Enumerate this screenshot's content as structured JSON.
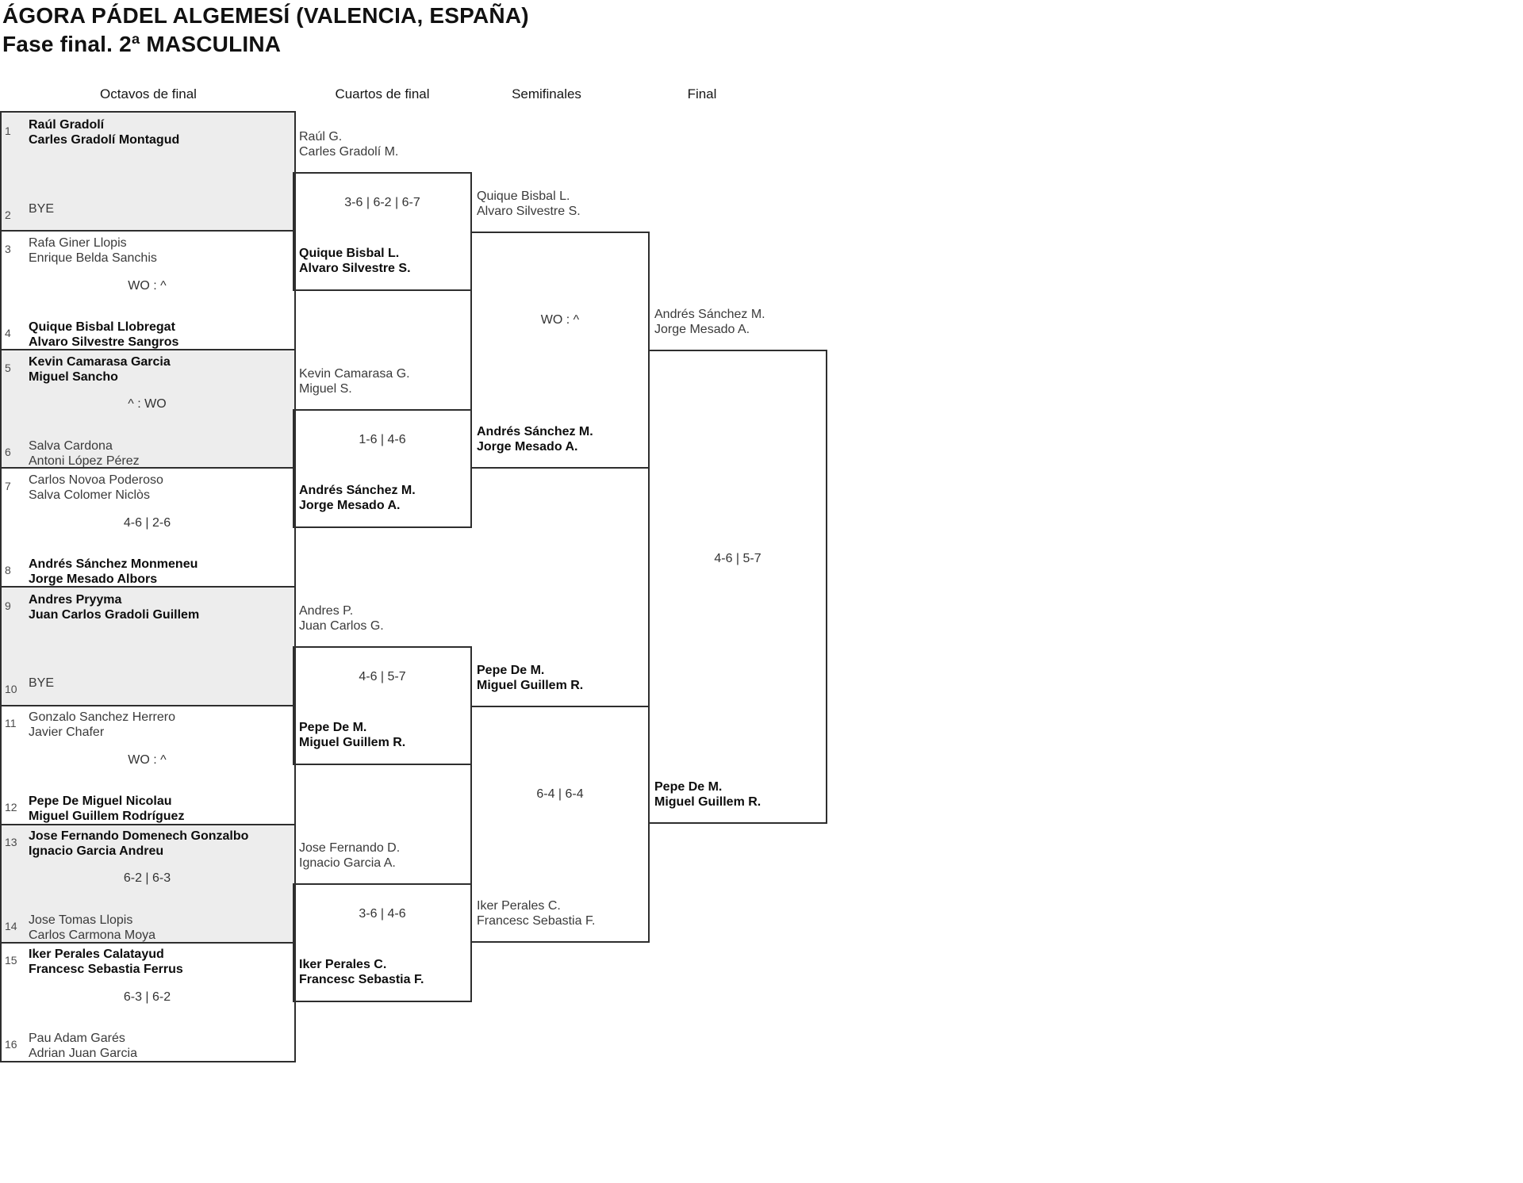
{
  "header": {
    "title": "ÁGORA PÁDEL ALGEMESÍ (VALENCIA, ESPAÑA)",
    "subtitle": "Fase final. 2ª MASCULINA"
  },
  "rounds": [
    "Octavos de final",
    "Cuartos de final",
    "Semifinales",
    "Final"
  ],
  "r16": {
    "slots": [
      {
        "seed": "1",
        "line1": "Raúl Gradolí",
        "line2": "Carles Gradolí Montagud",
        "bold": true
      },
      {
        "seed": "2",
        "line1": "BYE",
        "line2": "",
        "bold": false
      },
      {
        "seed": "3",
        "line1": "Rafa Giner Llopis",
        "line2": "Enrique Belda Sanchis",
        "bold": false
      },
      {
        "seed": "4",
        "line1": "Quique Bisbal Llobregat",
        "line2": "Alvaro Silvestre Sangros",
        "bold": true
      },
      {
        "seed": "5",
        "line1": "Kevin Camarasa Garcia",
        "line2": "Miguel Sancho",
        "bold": true
      },
      {
        "seed": "6",
        "line1": "Salva Cardona",
        "line2": "Antoni López Pérez",
        "bold": false
      },
      {
        "seed": "7",
        "line1": "Carlos Novoa Poderoso",
        "line2": "Salva Colomer Niclòs",
        "bold": false
      },
      {
        "seed": "8",
        "line1": "Andrés Sánchez Monmeneu",
        "line2": "Jorge Mesado Albors",
        "bold": true
      },
      {
        "seed": "9",
        "line1": "Andres Pryyma",
        "line2": "Juan Carlos Gradoli Guillem",
        "bold": true
      },
      {
        "seed": "10",
        "line1": "BYE",
        "line2": "",
        "bold": false
      },
      {
        "seed": "11",
        "line1": "Gonzalo Sanchez Herrero",
        "line2": "Javier Chafer",
        "bold": false
      },
      {
        "seed": "12",
        "line1": "Pepe De Miguel Nicolau",
        "line2": "Miguel Guillem Rodríguez",
        "bold": true
      },
      {
        "seed": "13",
        "line1": "Jose Fernando Domenech Gonzalbo",
        "line2": "Ignacio Garcia Andreu",
        "bold": true
      },
      {
        "seed": "14",
        "line1": "Jose Tomas Llopis",
        "line2": "Carlos Carmona Moya",
        "bold": false
      },
      {
        "seed": "15",
        "line1": "Iker Perales Calatayud",
        "line2": "Francesc Sebastia Ferrus",
        "bold": true
      },
      {
        "seed": "16",
        "line1": "Pau Adam Garés",
        "line2": "Adrian Juan Garcia",
        "bold": false
      }
    ],
    "scores": [
      "",
      "WO : ^",
      "^ : WO",
      "4-6 | 2-6",
      "",
      "WO : ^",
      "6-2 | 6-3",
      "6-3 | 6-2"
    ]
  },
  "qf": {
    "matches": [
      {
        "team1": {
          "line1": "Raúl G.",
          "line2": "Carles Gradolí M.",
          "bold": false
        },
        "score": "3-6 | 6-2 | 6-7",
        "team2": {
          "line1": "Quique Bisbal L.",
          "line2": "Alvaro Silvestre S.",
          "bold": true
        }
      },
      {
        "team1": {
          "line1": "Kevin Camarasa G.",
          "line2": "Miguel S.",
          "bold": false
        },
        "score": "1-6 | 4-6",
        "team2": {
          "line1": "Andrés Sánchez M.",
          "line2": "Jorge Mesado A.",
          "bold": true
        }
      },
      {
        "team1": {
          "line1": "Andres P.",
          "line2": "Juan Carlos G.",
          "bold": false
        },
        "score": "4-6 | 5-7",
        "team2": {
          "line1": "Pepe De M.",
          "line2": "Miguel Guillem R.",
          "bold": true
        }
      },
      {
        "team1": {
          "line1": "Jose Fernando D.",
          "line2": "Ignacio Garcia A.",
          "bold": false
        },
        "score": "3-6 | 4-6",
        "team2": {
          "line1": "Iker Perales C.",
          "line2": "Francesc Sebastia F.",
          "bold": true
        }
      }
    ]
  },
  "sf": {
    "matches": [
      {
        "team1": {
          "line1": "Quique Bisbal L.",
          "line2": "Alvaro Silvestre S.",
          "bold": false
        },
        "score": "WO : ^",
        "team2": {
          "line1": "Andrés Sánchez M.",
          "line2": "Jorge Mesado A.",
          "bold": true
        }
      },
      {
        "team1": {
          "line1": "Pepe De M.",
          "line2": "Miguel Guillem R.",
          "bold": true
        },
        "score": "6-4 | 6-4",
        "team2": {
          "line1": "Iker Perales C.",
          "line2": "Francesc Sebastia F.",
          "bold": false
        }
      }
    ]
  },
  "final": {
    "team1": {
      "line1": "Andrés Sánchez M.",
      "line2": "Jorge Mesado A.",
      "bold": false
    },
    "score": "4-6 | 5-7",
    "team2": {
      "line1": "Pepe De M.",
      "line2": "Miguel Guillem R.",
      "bold": true
    }
  }
}
